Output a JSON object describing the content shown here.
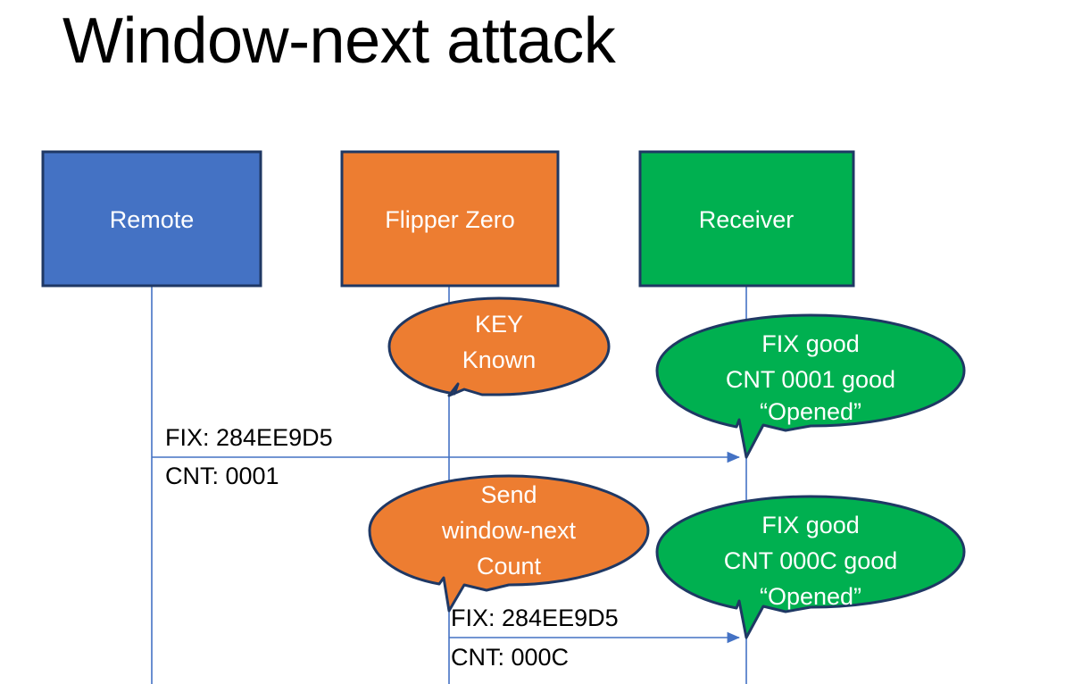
{
  "slide": {
    "title": "Window-next attack",
    "background": "#FFFFFF"
  },
  "colors": {
    "remote_fill": "#4472C4",
    "flipper_fill": "#ED7D31",
    "receiver_fill": "#00B050",
    "node_stroke": "#1F3864",
    "lifeline": "#4472C4",
    "arrow": "#4472C4",
    "label_text": "#000000",
    "node_text": "#FFFFFF"
  },
  "nodes": [
    {
      "id": "remote",
      "label": "Remote"
    },
    {
      "id": "flipper",
      "label": "Flipper Zero"
    },
    {
      "id": "receiver",
      "label": "Receiver"
    }
  ],
  "callouts": [
    {
      "id": "key-known",
      "owner": "flipper",
      "lines": [
        "KEY",
        "Known"
      ]
    },
    {
      "id": "receiver-ok-0001",
      "owner": "receiver",
      "lines": [
        "FIX good",
        "CNT 0001 good",
        "“Opened”"
      ]
    },
    {
      "id": "send-window-next",
      "owner": "flipper",
      "lines": [
        "Send",
        "window-next",
        "Count"
      ]
    },
    {
      "id": "receiver-ok-000c",
      "owner": "receiver",
      "lines": [
        "FIX good",
        "CNT 000C good",
        "“Opened”"
      ]
    }
  ],
  "messages": [
    {
      "id": "remote-to-receiver",
      "from": "remote",
      "to": "receiver",
      "fix_label": "FIX: 284EE9D5",
      "cnt_label": "CNT: 0001"
    },
    {
      "id": "flipper-to-receiver",
      "from": "flipper",
      "to": "receiver",
      "fix_label": "FIX: 284EE9D5",
      "cnt_label": "CNT: 000C"
    }
  ]
}
